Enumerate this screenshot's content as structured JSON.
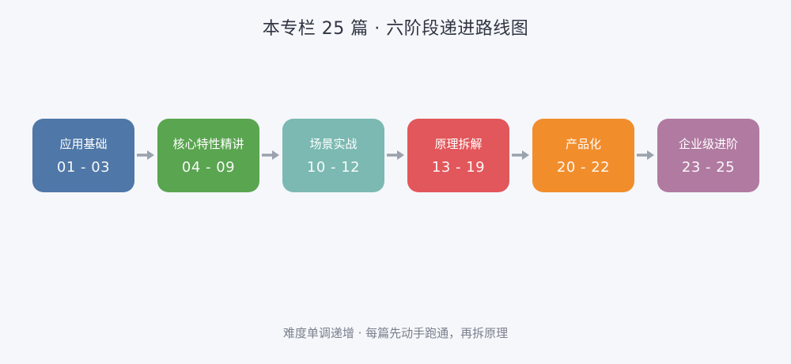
{
  "title": "本专栏 25 篇 · 六阶段递进路线图",
  "stages": [
    {
      "name": "应用基础",
      "range": "01 - 03",
      "color": "#4f77a7"
    },
    {
      "name": "核心特性精讲",
      "range": "04 - 09",
      "color": "#5aa550"
    },
    {
      "name": "场景实战",
      "range": "10 - 12",
      "color": "#7bb9b2"
    },
    {
      "name": "原理拆解",
      "range": "13 - 19",
      "color": "#e2575b"
    },
    {
      "name": "产品化",
      "range": "20 - 22",
      "color": "#f28d2c"
    },
    {
      "name": "企业级进阶",
      "range": "23 - 25",
      "color": "#b07aa1"
    }
  ],
  "arrow_color": "#9aa2ad",
  "footer": "难度单调递增 · 每篇先动手跑通，再拆原理"
}
